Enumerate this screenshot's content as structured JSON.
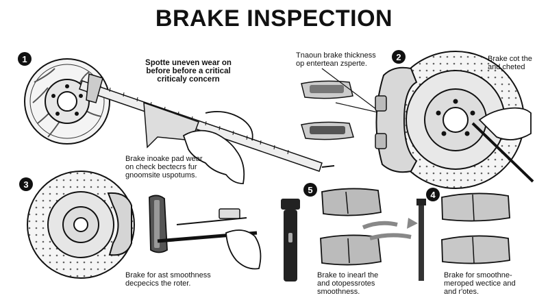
{
  "title": "BRAKE INSPECTION",
  "steps": [
    {
      "num": "1",
      "lines": [
        "Spotte uneven wear on",
        "before before a critical",
        "criticaly concern"
      ],
      "lines2": [
        "Brake inoake pad wear",
        "on check bectecrs fur",
        "gnoomsite uspotums."
      ]
    },
    {
      "num": "2",
      "lines": [
        "Tnaoun brake thickness",
        "op entertean zsperte."
      ],
      "lines2": [
        "Brake cot the",
        "and cheted"
      ]
    },
    {
      "num": "3",
      "lines": [
        "Brake for ast smoothness",
        "decpecics the roter."
      ]
    },
    {
      "num": "5",
      "lines": [
        "Brake to inearl the",
        "and otopessrotes",
        "smoothness."
      ]
    },
    {
      "num": "4",
      "lines": [
        "Brake for smoothne-",
        "meroped wectice and",
        "and r'otes."
      ]
    }
  ]
}
